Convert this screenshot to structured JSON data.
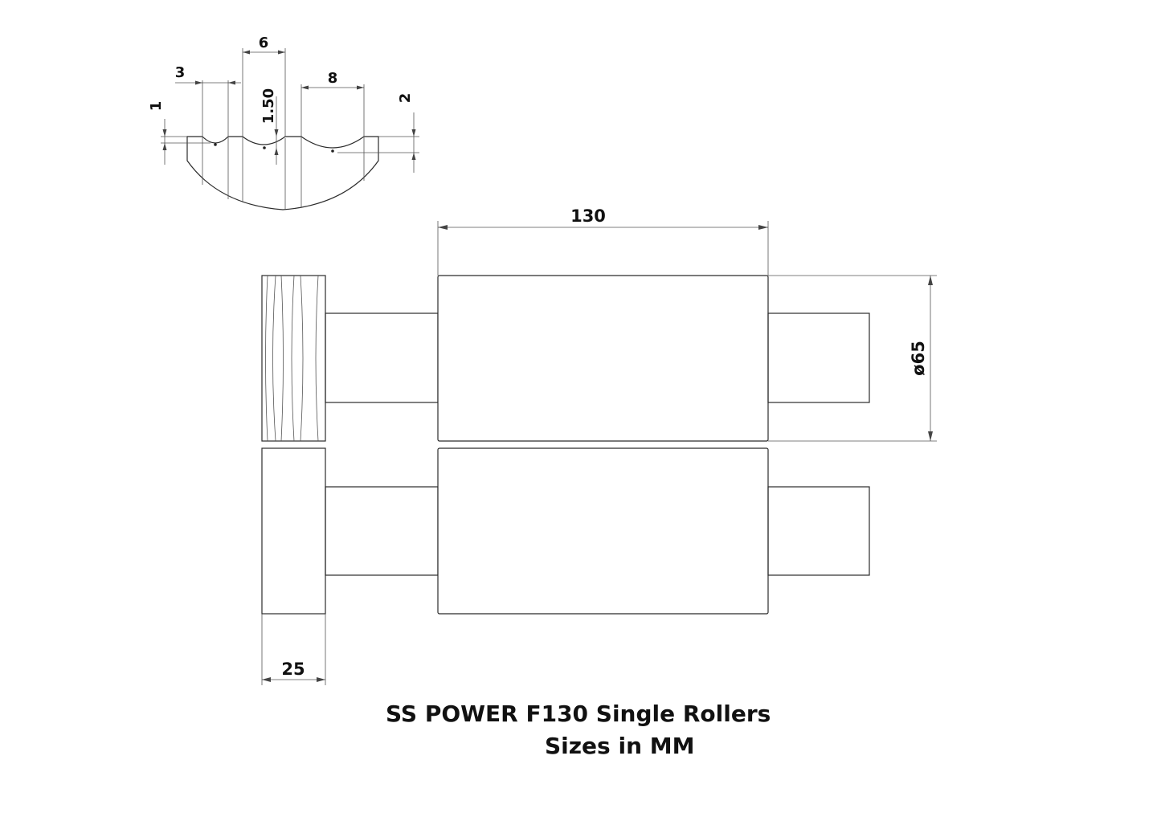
{
  "title": {
    "line1": "SS POWER F130 Single Rollers",
    "line2": "Sizes in MM"
  },
  "dimensions": {
    "groove_spacing": "3",
    "groove_width_small": "6",
    "groove_width_large": "8",
    "groove_depth_1": "1",
    "groove_depth_2": "2",
    "groove_depth_150": "1.50",
    "roller_length": "130",
    "roller_diameter": "ø65",
    "roller_width": "25"
  },
  "colors": {
    "line": "#2b2b2b",
    "text": "#111111",
    "background": "#ffffff"
  }
}
